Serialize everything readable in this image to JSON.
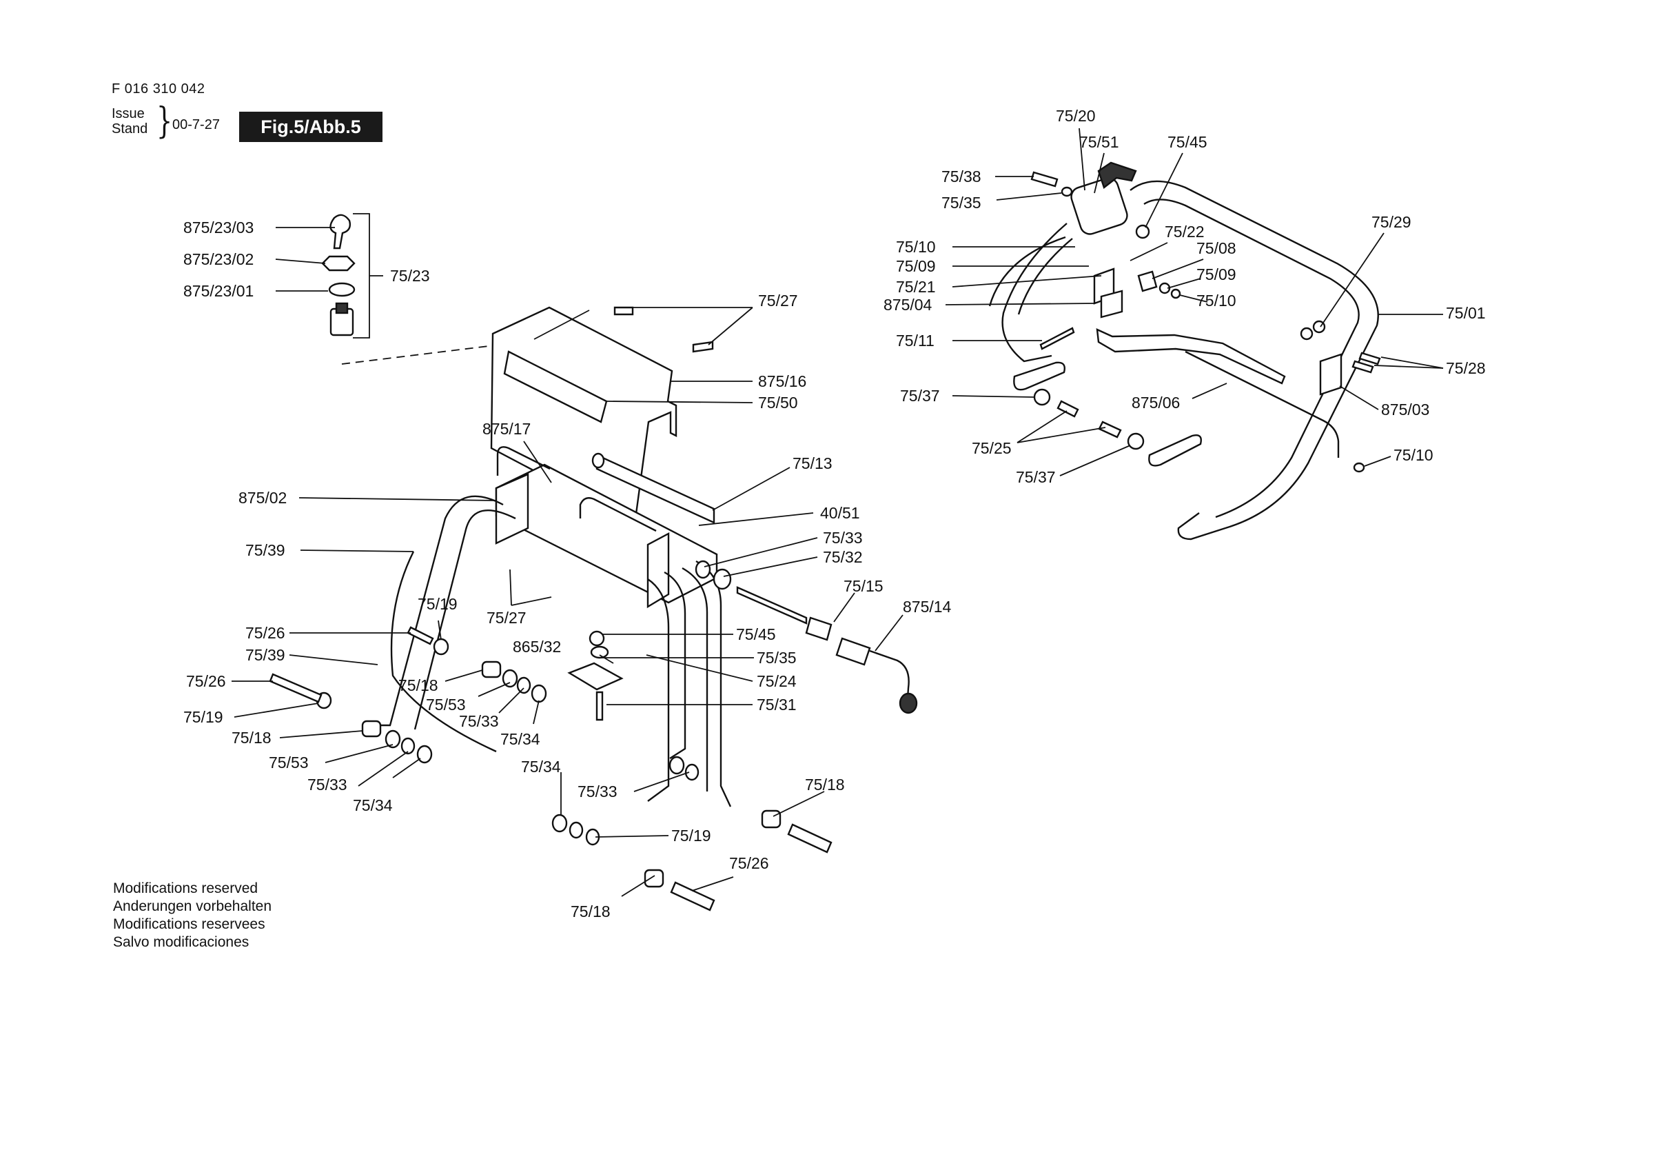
{
  "header": {
    "doc_number": "F 016 310 042",
    "issue_label": "Issue",
    "stand_label": "Stand",
    "issue_date": "00-7-27",
    "figure_label": "Fig.5/Abb.5"
  },
  "notice": [
    "Modifications reserved",
    "Anderungen vorbehalten",
    "Modifications reservees",
    "Salvo modificaciones"
  ],
  "labels": [
    {
      "id": "l1",
      "text": "875/23/03"
    },
    {
      "id": "l2",
      "text": "875/23/02"
    },
    {
      "id": "l3",
      "text": "875/23/01"
    },
    {
      "id": "l4",
      "text": "75/23"
    },
    {
      "id": "l5",
      "text": "75/27"
    },
    {
      "id": "l6",
      "text": "875/16"
    },
    {
      "id": "l7",
      "text": "75/50"
    },
    {
      "id": "l8",
      "text": "875/17"
    },
    {
      "id": "l9",
      "text": "75/13"
    },
    {
      "id": "l10",
      "text": "875/02"
    },
    {
      "id": "l11",
      "text": "40/51"
    },
    {
      "id": "l12",
      "text": "75/39"
    },
    {
      "id": "l13",
      "text": "75/33"
    },
    {
      "id": "l14",
      "text": "75/32"
    },
    {
      "id": "l15",
      "text": "75/15"
    },
    {
      "id": "l16",
      "text": "875/14"
    },
    {
      "id": "l17",
      "text": "75/19"
    },
    {
      "id": "l18",
      "text": "75/27"
    },
    {
      "id": "l19",
      "text": "75/26"
    },
    {
      "id": "l20",
      "text": "75/45"
    },
    {
      "id": "l21",
      "text": "75/39"
    },
    {
      "id": "l22",
      "text": "865/32"
    },
    {
      "id": "l23",
      "text": "75/35"
    },
    {
      "id": "l24",
      "text": "75/26"
    },
    {
      "id": "l25",
      "text": "75/18"
    },
    {
      "id": "l26",
      "text": "75/24"
    },
    {
      "id": "l27",
      "text": "75/53"
    },
    {
      "id": "l28",
      "text": "75/31"
    },
    {
      "id": "l29",
      "text": "75/19"
    },
    {
      "id": "l30",
      "text": "75/33"
    },
    {
      "id": "l31",
      "text": "75/34"
    },
    {
      "id": "l32",
      "text": "75/18"
    },
    {
      "id": "l33",
      "text": "75/53"
    },
    {
      "id": "l34",
      "text": "75/34"
    },
    {
      "id": "l35",
      "text": "75/33"
    },
    {
      "id": "l36",
      "text": "75/33"
    },
    {
      "id": "l37",
      "text": "75/18"
    },
    {
      "id": "l38",
      "text": "75/34"
    },
    {
      "id": "l39",
      "text": "75/19"
    },
    {
      "id": "l40",
      "text": "75/26"
    },
    {
      "id": "l41",
      "text": "75/18"
    },
    {
      "id": "l42",
      "text": "75/20"
    },
    {
      "id": "l43",
      "text": "75/51"
    },
    {
      "id": "l44",
      "text": "75/45"
    },
    {
      "id": "l45",
      "text": "75/38"
    },
    {
      "id": "l46",
      "text": "75/35"
    },
    {
      "id": "l47",
      "text": "75/29"
    },
    {
      "id": "l48",
      "text": "75/10"
    },
    {
      "id": "l49",
      "text": "75/22"
    },
    {
      "id": "l50",
      "text": "75/09"
    },
    {
      "id": "l51",
      "text": "75/08"
    },
    {
      "id": "l52",
      "text": "75/21"
    },
    {
      "id": "l53",
      "text": "75/09"
    },
    {
      "id": "l54",
      "text": "875/04"
    },
    {
      "id": "l55",
      "text": "75/10"
    },
    {
      "id": "l56",
      "text": "75/01"
    },
    {
      "id": "l57",
      "text": "75/11"
    },
    {
      "id": "l58",
      "text": "75/28"
    },
    {
      "id": "l59",
      "text": "75/37"
    },
    {
      "id": "l60",
      "text": "875/06"
    },
    {
      "id": "l61",
      "text": "875/03"
    },
    {
      "id": "l62",
      "text": "75/25"
    },
    {
      "id": "l63",
      "text": "75/10"
    },
    {
      "id": "l64",
      "text": "75/37"
    }
  ]
}
